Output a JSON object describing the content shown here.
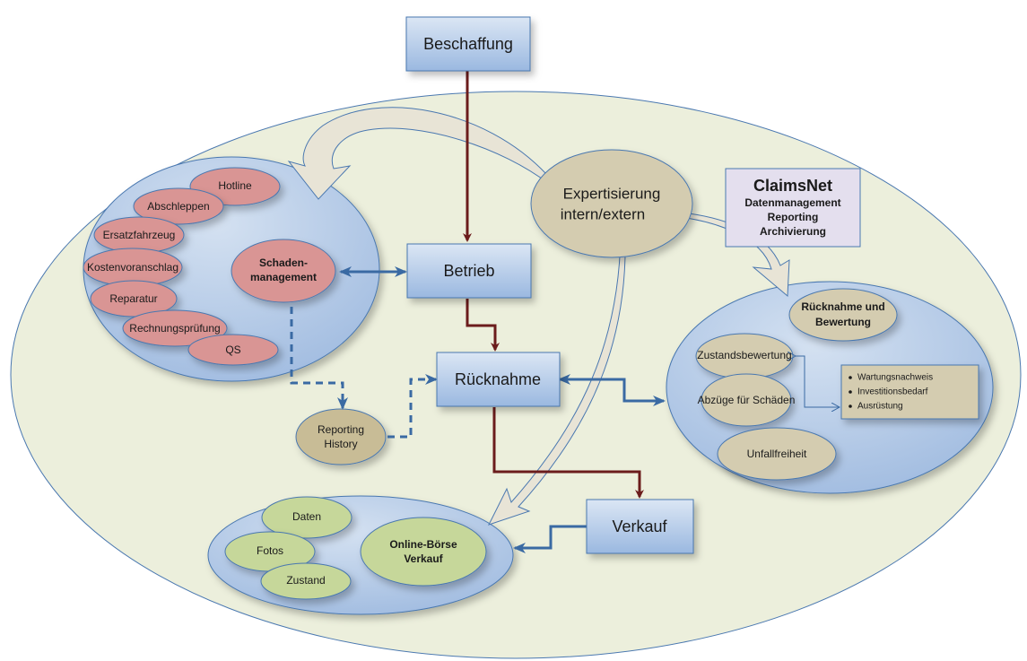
{
  "colors": {
    "background_ellipse": "#ecefdc",
    "cluster_fill": "#b9cde6",
    "box_fill": "#b3c9e8",
    "pink": "#d99594",
    "tan": "#d4ccb0",
    "green": "#c6d79a",
    "claimsnet_fill": "#e4dfee",
    "flow_arrow": "#6b1c1c",
    "link_arrow": "#3a6aa3",
    "curved_arrow": "#e8e4d6"
  },
  "boxes": {
    "beschaffung": "Beschaffung",
    "betrieb": "Betrieb",
    "ruecknahme": "Rücknahme",
    "verkauf": "Verkauf"
  },
  "expertisierung": {
    "line1": "Expertisierung",
    "line2": "intern/extern"
  },
  "claimsnet": {
    "title": "ClaimsNet",
    "lines": [
      "Datenmanagement",
      "Reporting",
      "Archivierung"
    ]
  },
  "schaden_cluster": {
    "center": {
      "line1": "Schaden-",
      "line2": "management"
    },
    "items": [
      "Hotline",
      "Abschleppen",
      "Ersatzfahrzeug",
      "Kostenvoranschlag",
      "Reparatur",
      "Rechnungsprüfung",
      "QS"
    ]
  },
  "reporting_history": {
    "line1": "Reporting",
    "line2": "History"
  },
  "bewertung_cluster": {
    "header": {
      "line1": "Rücknahme und",
      "line2": "Bewertung"
    },
    "items": [
      "Zustandsbewertung",
      "Abzüge für Schäden",
      "Unfallfreiheit"
    ],
    "bullets": [
      "Wartungsnachweis",
      "Investitionsbedarf",
      "Ausrüstung"
    ]
  },
  "verkauf_cluster": {
    "center": {
      "line1": "Online-Börse",
      "line2": "Verkauf"
    },
    "items": [
      "Daten",
      "Fotos",
      "Zustand"
    ]
  }
}
